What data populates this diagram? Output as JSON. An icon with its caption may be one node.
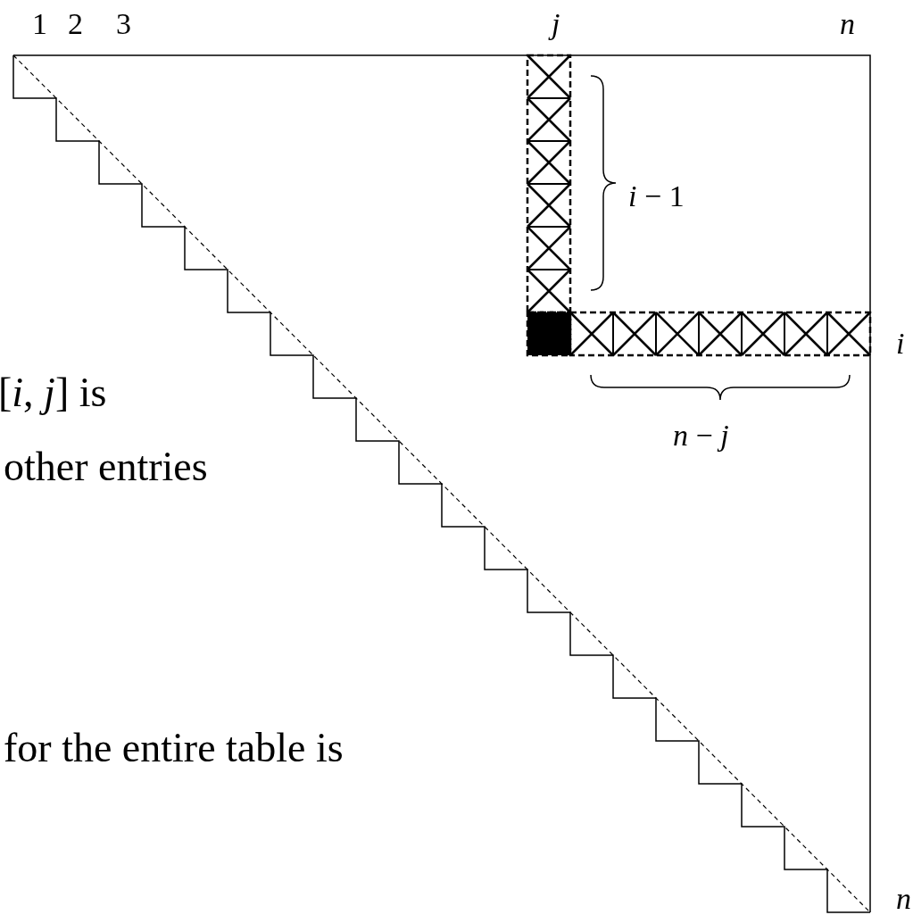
{
  "diagram": {
    "labels": [
      "1",
      "2",
      "3",
      "j",
      "n",
      "*i* − 1",
      "i",
      "*n* − *j*",
      "n",
      "[*i*, *j*] is",
      "other entries",
      "for the entire table is"
    ]
  }
}
